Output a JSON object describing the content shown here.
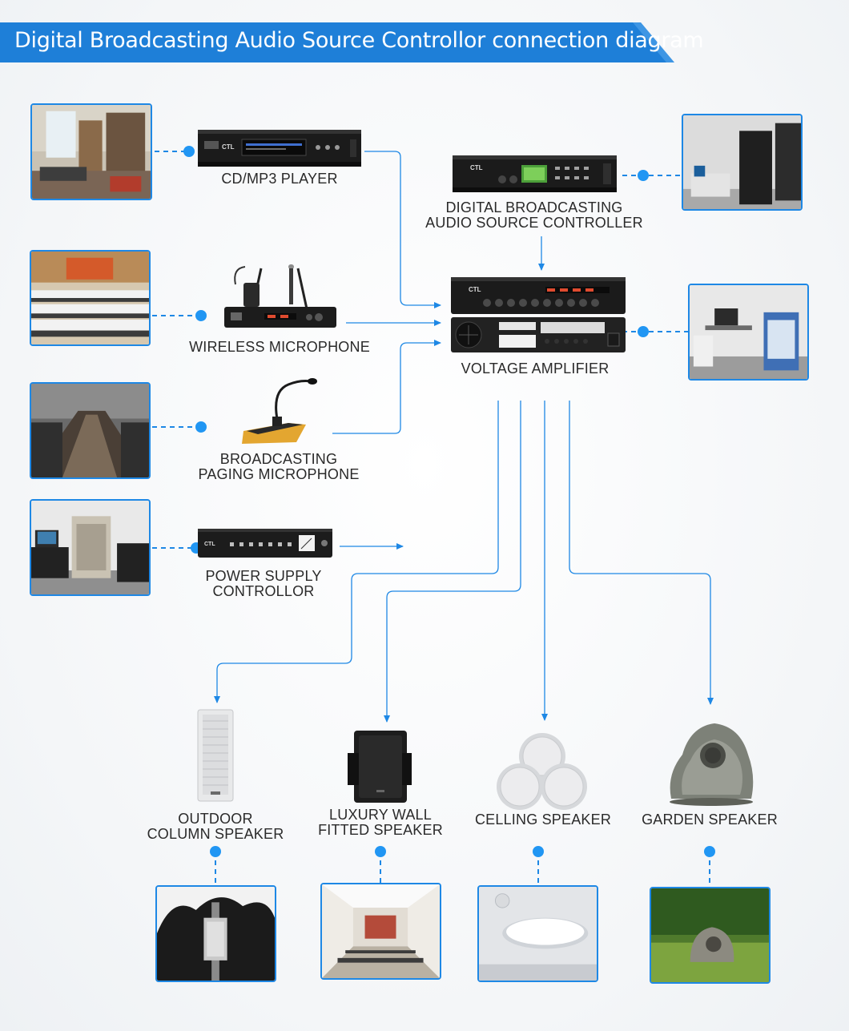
{
  "header": {
    "title": "Digital Broadcasting Audio Source Controllor connection diagram"
  },
  "colors": {
    "accent": "#1e88e5",
    "title_bg": "#1e7fd8",
    "device_body": "#1b1b1b",
    "dot": "#2196f3"
  },
  "devices": {
    "cd_player": {
      "label": "CD/MP3 PLAYER"
    },
    "wireless_mic": {
      "label": "WIRELESS MICROPHONE"
    },
    "paging_mic": {
      "line1": "BROADCASTING",
      "line2": "PAGING MICROPHONE"
    },
    "power_controller": {
      "line1": "POWER SUPPLY",
      "line2": "CONTROLLOR"
    },
    "audio_controller": {
      "line1": "DIGITAL BROADCASTING",
      "line2": "AUDIO SOURCE CONTROLLER"
    },
    "amplifier": {
      "label": "VOLTAGE AMPLIFIER"
    }
  },
  "speakers": {
    "outdoor": {
      "line1": "OUTDOOR",
      "line2": "COLUMN SPEAKER"
    },
    "wall": {
      "line1": "LUXURY WALL",
      "line2": "FITTED  SPEAKER"
    },
    "ceiling": {
      "label": "CELLING SPEAKER"
    },
    "garden": {
      "label": "GARDEN SPEAKER"
    }
  },
  "brand": "CTL",
  "photos": [
    "office-room-photo",
    "control-room-photo",
    "auditorium-photo",
    "conference-room-photo",
    "equipment-room-photo",
    "server-room-photo",
    "outdoor-trees-photo",
    "meeting-hall-photo",
    "ceiling-light-photo",
    "lawn-garden-photo"
  ]
}
